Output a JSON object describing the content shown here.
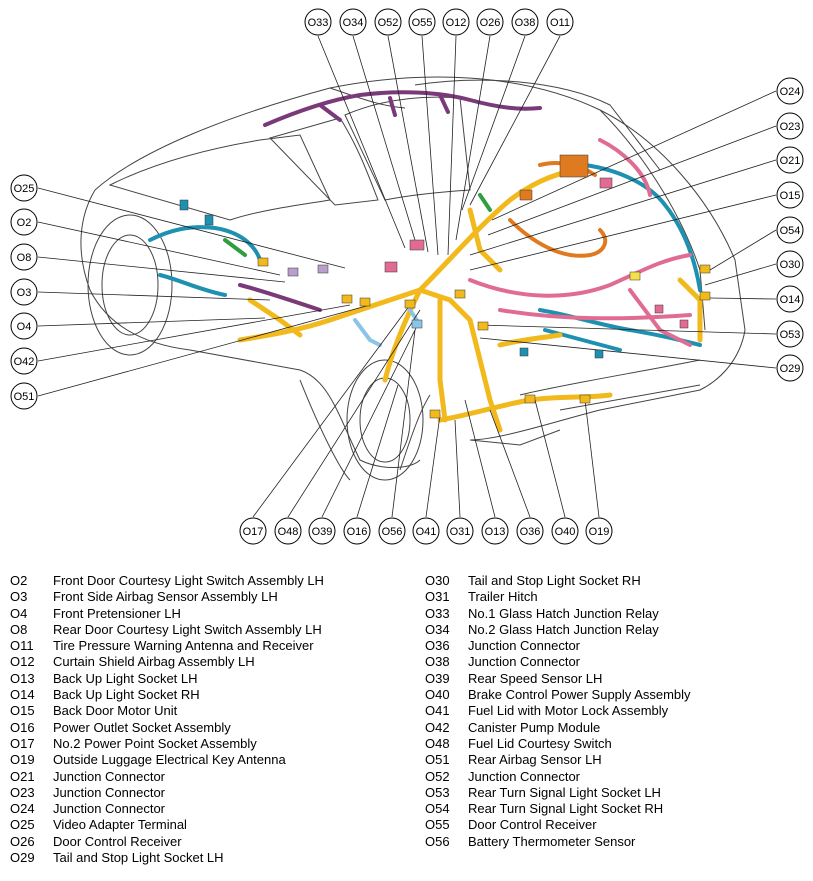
{
  "callouts_top": [
    "O33",
    "O34",
    "O52",
    "O55",
    "O12",
    "O26",
    "O38",
    "O11"
  ],
  "callouts_right": [
    "O24",
    "O23",
    "O21",
    "O15",
    "O54",
    "O30",
    "O14",
    "O53",
    "O29"
  ],
  "callouts_left": [
    "O25",
    "O2",
    "O8",
    "O3",
    "O4",
    "O42",
    "O51"
  ],
  "callouts_bottom": [
    "O17",
    "O48",
    "O39",
    "O16",
    "O56",
    "O41",
    "O31",
    "O13",
    "O36",
    "O40",
    "O19"
  ],
  "legend_left": [
    {
      "code": "O2",
      "label": "Front Door Courtesy Light Switch Assembly LH"
    },
    {
      "code": "O3",
      "label": "Front Side Airbag Sensor Assembly LH"
    },
    {
      "code": "O4",
      "label": "Front Pretensioner LH"
    },
    {
      "code": "O8",
      "label": "Rear Door Courtesy Light Switch Assembly LH"
    },
    {
      "code": "O11",
      "label": "Tire Pressure Warning Antenna and Receiver"
    },
    {
      "code": "O12",
      "label": "Curtain Shield Airbag Assembly LH"
    },
    {
      "code": "O13",
      "label": "Back Up Light Socket LH"
    },
    {
      "code": "O14",
      "label": "Back Up Light Socket RH"
    },
    {
      "code": "O15",
      "label": "Back Door Motor Unit"
    },
    {
      "code": "O16",
      "label": "Power Outlet Socket Assembly"
    },
    {
      "code": "O17",
      "label": "No.2 Power Point Socket Assembly"
    },
    {
      "code": "O19",
      "label": "Outside Luggage Electrical Key Antenna"
    },
    {
      "code": "O21",
      "label": "Junction Connector"
    },
    {
      "code": "O23",
      "label": "Junction Connector"
    },
    {
      "code": "O24",
      "label": "Junction Connector"
    },
    {
      "code": "O25",
      "label": "Video Adapter Terminal"
    },
    {
      "code": "O26",
      "label": "Door Control Receiver"
    },
    {
      "code": "O29",
      "label": "Tail and Stop Light Socket LH"
    }
  ],
  "legend_right": [
    {
      "code": "O30",
      "label": "Tail and Stop Light Socket RH"
    },
    {
      "code": "O31",
      "label": "Trailer Hitch"
    },
    {
      "code": "O33",
      "label": "No.1 Glass Hatch Junction Relay"
    },
    {
      "code": "O34",
      "label": "No.2 Glass Hatch Junction Relay"
    },
    {
      "code": "O36",
      "label": "Junction Connector"
    },
    {
      "code": "O38",
      "label": "Junction Connector"
    },
    {
      "code": "O39",
      "label": "Rear Speed Sensor LH"
    },
    {
      "code": "O40",
      "label": "Brake Control Power Supply Assembly"
    },
    {
      "code": "O41",
      "label": "Fuel Lid with Motor Lock Assembly"
    },
    {
      "code": "O42",
      "label": "Canister Pump Module"
    },
    {
      "code": "O48",
      "label": "Fuel Lid Courtesy Switch"
    },
    {
      "code": "O51",
      "label": "Rear Airbag Sensor LH"
    },
    {
      "code": "O52",
      "label": "Junction Connector"
    },
    {
      "code": "O53",
      "label": "Rear Turn Signal Light Socket LH"
    },
    {
      "code": "O54",
      "label": "Rear Turn Signal Light Socket RH"
    },
    {
      "code": "O55",
      "label": "Door Control Receiver"
    },
    {
      "code": "O56",
      "label": "Battery Thermometer Sensor"
    }
  ],
  "colors": {
    "harness_main": "#f2b91d",
    "harness_pink": "#e06c94",
    "harness_teal": "#1e90b0",
    "harness_purple": "#7a3a7a",
    "harness_orange": "#e07a20",
    "harness_green": "#2e9e3e",
    "harness_lightblue": "#8cc4e8"
  }
}
